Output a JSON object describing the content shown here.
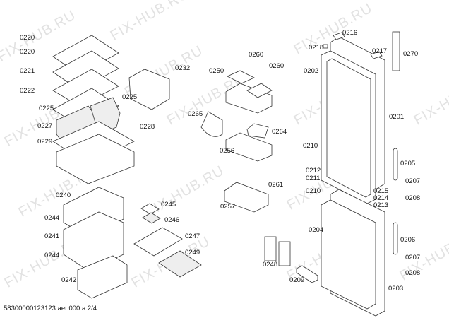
{
  "watermark": "FIX-HUB.RU",
  "footer": "58300000123123 aet 000 a 2/4",
  "labels": {
    "p0220a": "0220",
    "p0220b": "0220",
    "p0221": "0221",
    "p0222": "0222",
    "p0225a": "0225",
    "p0225b": "0225",
    "p0227": "0227",
    "p0228": "0228",
    "p0229": "0229",
    "p0232": "0232",
    "p0250": "0250",
    "p0265": "0265",
    "p0260a": "0260",
    "p0260b": "0260",
    "p0264": "0264",
    "p0256": "0256",
    "p0216": "0216",
    "p0218": "0218",
    "p0217": "0217",
    "p0270": "0270",
    "p0202": "0202",
    "p0201": "0201",
    "p0210a": "0210",
    "p0205": "0205",
    "p0212": "0212",
    "p0211": "0211",
    "p0210b": "0210",
    "p0215": "0215",
    "p0214": "0214",
    "p0213": "0213",
    "p0207a": "0207",
    "p0208a": "0208",
    "p0204": "0204",
    "p0206": "0206",
    "p0207b": "0207",
    "p0208b": "0208",
    "p0203": "0203",
    "p0209": "0209",
    "p0248": "0248",
    "p0261": "0261",
    "p0257": "0257",
    "p0240": "0240",
    "p0244a": "0244",
    "p0241": "0241",
    "p0244b": "0244",
    "p0242": "0242",
    "p0245": "0245",
    "p0246": "0246",
    "p0247": "0247",
    "p0249": "0249"
  }
}
